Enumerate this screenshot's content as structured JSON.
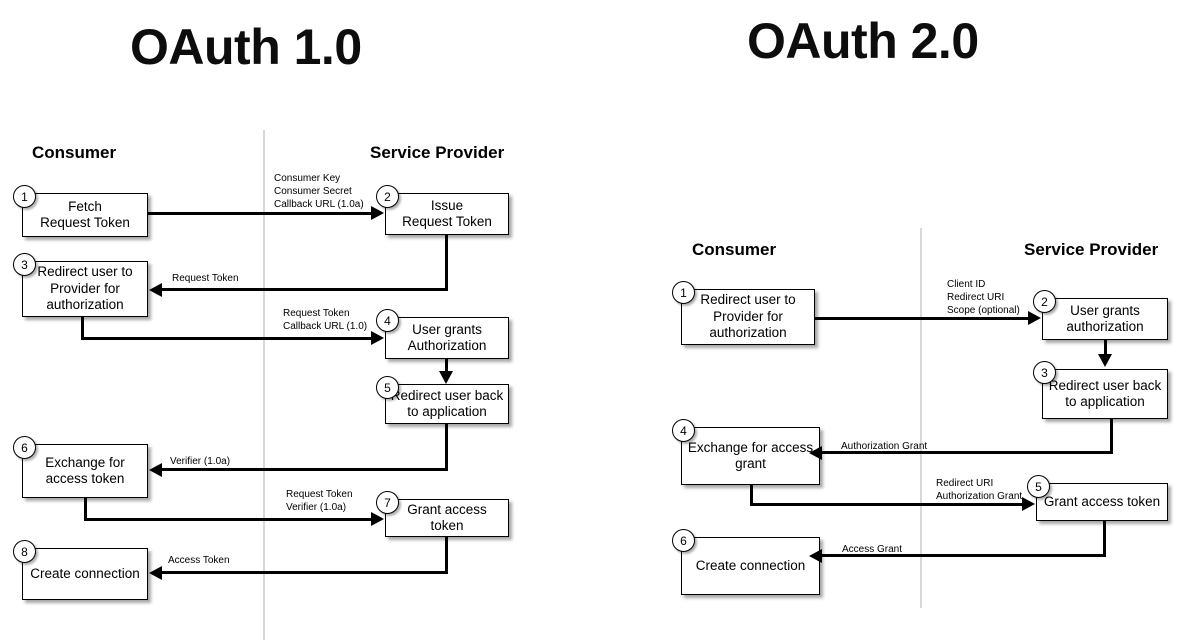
{
  "diagrams": [
    {
      "title": "OAuth 1.0",
      "lanes": {
        "left": "Consumer",
        "right": "Service Provider"
      },
      "nodes": [
        {
          "num": "1",
          "label": "Fetch\nRequest Token"
        },
        {
          "num": "2",
          "label": "Issue\nRequest Token"
        },
        {
          "num": "3",
          "label": "Redirect user to\nProvider for\nauthorization"
        },
        {
          "num": "4",
          "label": "User grants\nAuthorization"
        },
        {
          "num": "5",
          "label": "Redirect user back\nto application"
        },
        {
          "num": "6",
          "label": "Exchange for\naccess token"
        },
        {
          "num": "7",
          "label": "Grant access token"
        },
        {
          "num": "8",
          "label": "Create connection"
        }
      ],
      "edge_labels": [
        "Consumer Key\nConsumer Secret\nCallback URL (1.0a)",
        "Request Token",
        "Request Token\nCallback URL (1.0)",
        "Verifier (1.0a)",
        "Request Token\nVerifier (1.0a)",
        "Access Token"
      ]
    },
    {
      "title": "OAuth 2.0",
      "lanes": {
        "left": "Consumer",
        "right": "Service Provider"
      },
      "nodes": [
        {
          "num": "1",
          "label": "Redirect user to\nProvider for\nauthorization"
        },
        {
          "num": "2",
          "label": "User grants\nauthorization"
        },
        {
          "num": "3",
          "label": "Redirect user back\nto application"
        },
        {
          "num": "4",
          "label": "Exchange for access\ngrant"
        },
        {
          "num": "5",
          "label": "Grant access token"
        },
        {
          "num": "6",
          "label": "Create connection"
        }
      ],
      "edge_labels": [
        "Client ID\nRedirect URI\nScope (optional)",
        "Authorization Grant",
        "Redirect URI\nAuthorization Grant",
        "Access Grant"
      ]
    }
  ]
}
